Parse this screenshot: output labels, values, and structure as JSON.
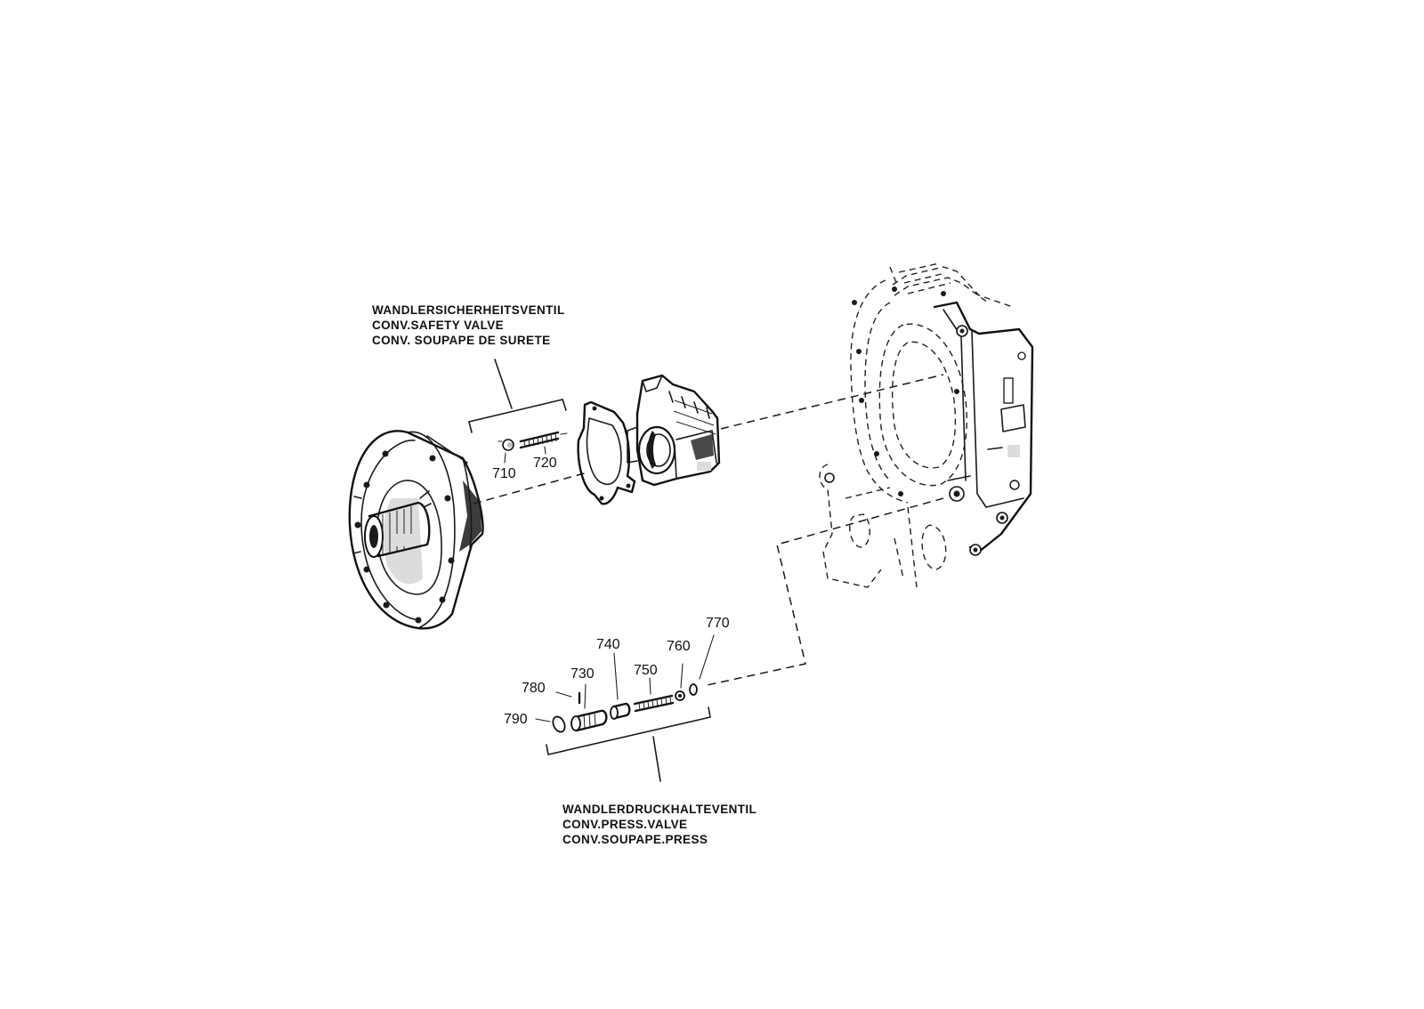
{
  "safety_valve": {
    "title_de": "WANDLERSICHERHEITSVENTIL",
    "title_en": "CONV.SAFETY VALVE",
    "title_fr": "CONV. SOUPAPE DE SURETE",
    "parts": [
      "710",
      "720"
    ]
  },
  "pressure_valve": {
    "title_de": "WANDLERDRUCKHALTEVENTIL",
    "title_en": "CONV.PRESS.VALVE",
    "title_fr": "CONV.SOUPAPE.PRESS",
    "parts": [
      "730",
      "740",
      "750",
      "760",
      "770",
      "780",
      "790"
    ]
  }
}
